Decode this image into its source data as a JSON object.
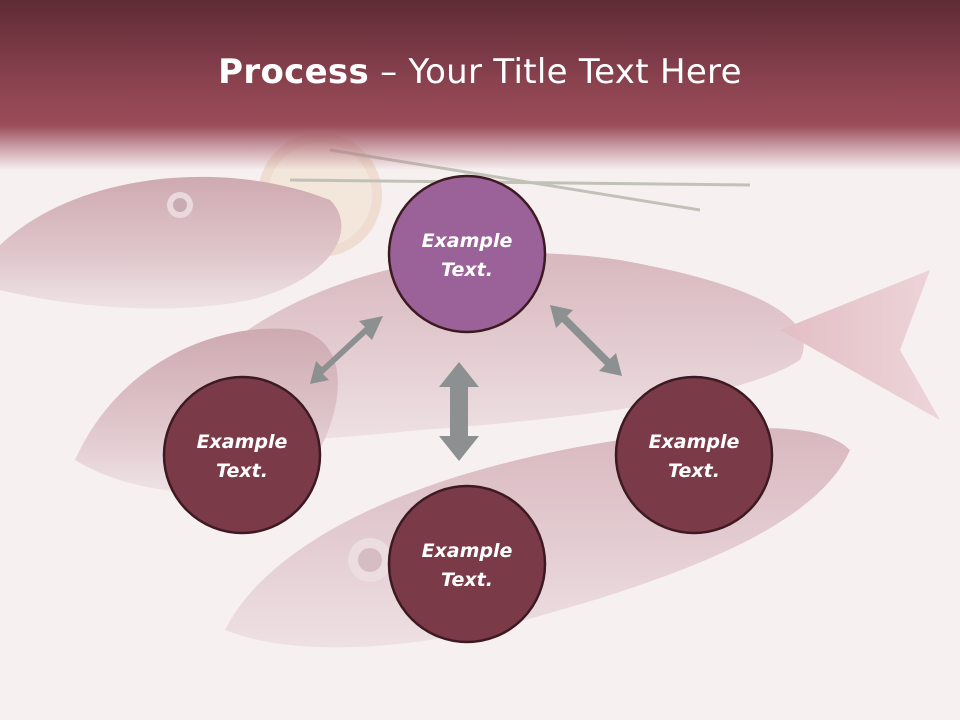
{
  "title": {
    "bold": "Process",
    "dash": " – ",
    "rest": "Your Title Text Here"
  },
  "nodes": [
    {
      "id": "top",
      "line1": "Example",
      "line2": "Text.",
      "color": "#9b6299"
    },
    {
      "id": "left",
      "line1": "Example",
      "line2": "Text.",
      "color": "#7b3a47"
    },
    {
      "id": "right",
      "line1": "Example",
      "line2": "Text.",
      "color": "#7b3a47"
    },
    {
      "id": "bottom",
      "line1": "Example",
      "line2": "Text.",
      "color": "#7b3a47"
    }
  ],
  "colors": {
    "header": "#8c4350",
    "arrow": "#8d9090",
    "node_border": "#3d1a22"
  }
}
